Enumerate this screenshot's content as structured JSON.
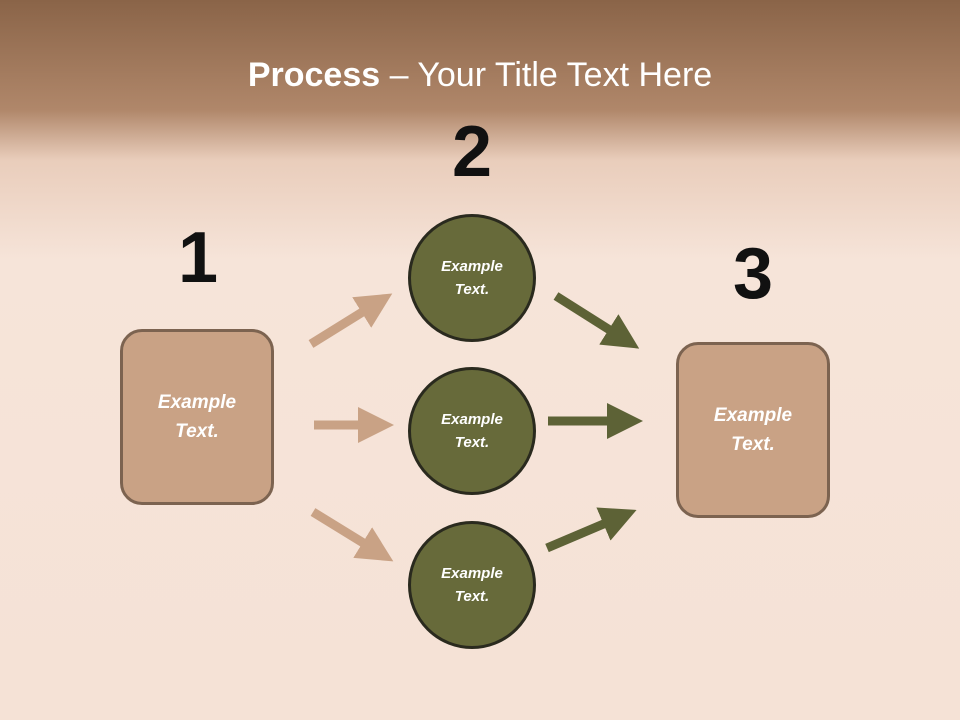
{
  "title": {
    "bold": "Process",
    "rest": " – Your Title Text Here"
  },
  "numbers": {
    "one": "1",
    "two": "2",
    "three": "3"
  },
  "left_box": {
    "line1": "Example",
    "line2": "Text."
  },
  "circles": [
    {
      "line1": "Example",
      "line2": "Text."
    },
    {
      "line1": "Example",
      "line2": "Text."
    },
    {
      "line1": "Example",
      "line2": "Text."
    }
  ],
  "right_box": {
    "line1": "Example",
    "line2": "Text."
  },
  "colors": {
    "box_fill": "#c9a285",
    "circle_fill": "#676a3a",
    "light_arrow": "#c9a285",
    "dark_arrow": "#5d6236"
  }
}
